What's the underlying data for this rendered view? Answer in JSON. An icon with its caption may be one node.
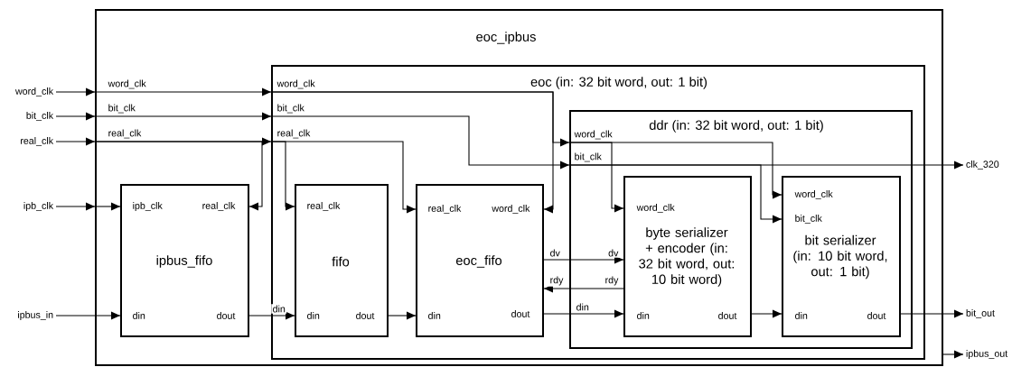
{
  "diagram": {
    "nodes": [
      {
        "text": [
          "eoc_ipbus"
        ]
      },
      {
        "text": [
          "eoc (in: 32 bit word, out: 1 bit)"
        ],
        "in": 0
      },
      {
        "text": [
          "ipb_clk",
          "real_clk",
          "ipbus_fifo",
          "din",
          "dout"
        ],
        "in": 0
      },
      {
        "text": [
          "real_clk",
          "fifo",
          "din",
          "dout"
        ],
        "in": 1
      },
      {
        "text": [
          "real_clk",
          "word_clk",
          "eoc_fifo",
          "din",
          "dout"
        ],
        "in": 1
      },
      {
        "text": [
          "ddr (in: 32 bit word, out: 1 bit)"
        ],
        "in": 1
      },
      {
        "text": [
          "word_clk",
          "byte serializer + encoder (in: 32 bit word, out: 10 bit word)",
          "din",
          "dout"
        ],
        "in": 5
      },
      {
        "text": [
          "word_clk",
          "bit_clk",
          "bit serializer (in: 10 bit word, out: 1 bit)",
          "din",
          "dout"
        ],
        "in": 5
      },
      {
        "text": [
          "word_clk"
        ]
      },
      {
        "text": [
          "bit_clk"
        ]
      },
      {
        "text": [
          "real_clk"
        ]
      },
      {
        "text": [
          "ipb_clk"
        ]
      },
      {
        "text": [
          "ipbus_in"
        ]
      },
      {
        "text": [
          "clk_320"
        ]
      },
      {
        "text": [
          "bit_out"
        ]
      },
      {
        "text": [
          "ipbus_out"
        ]
      }
    ],
    "edges": [
      {
        "from": 8,
        "to": 0,
        "arrow": "to"
      },
      {
        "from": 0,
        "to": 1,
        "arrow": "to",
        "label": "word_clk"
      },
      {
        "from": 9,
        "to": 0,
        "arrow": "to"
      },
      {
        "from": 0,
        "to": 1,
        "arrow": "to",
        "label": "bit_clk"
      },
      {
        "from": 10,
        "to": 0,
        "arrow": "to"
      },
      {
        "from": 0,
        "to": 1,
        "arrow": "to",
        "label": "real_clk"
      },
      {
        "from": 0,
        "to": 2,
        "arrow": "to"
      },
      {
        "from": 11,
        "to": 0,
        "arrow": "to"
      },
      {
        "from": 0,
        "to": 2,
        "arrow": "to"
      },
      {
        "from": 12,
        "to": 2,
        "arrow": "to"
      },
      {
        "from": 2,
        "to": 3,
        "arrow": "to",
        "label": "din"
      },
      {
        "from": 1,
        "to": 3,
        "arrow": "to",
        "label": "real_clk"
      },
      {
        "from": 1,
        "to": 4,
        "arrow": "to"
      },
      {
        "from": 1,
        "to": 4,
        "arrow": "to",
        "label": "word_clk"
      },
      {
        "from": 1,
        "to": 5,
        "arrow": "to"
      },
      {
        "from": 1,
        "to": 5,
        "arrow": "to",
        "label": "bit_clk"
      },
      {
        "from": 3,
        "to": 4,
        "arrow": "to"
      },
      {
        "from": 4,
        "to": 6,
        "arrow": "to",
        "label": "dv"
      },
      {
        "from": 6,
        "to": 4,
        "arrow": "to",
        "label": "rdy"
      },
      {
        "from": 4,
        "to": 6,
        "arrow": "to",
        "label": "din"
      },
      {
        "from": 5,
        "to": 6,
        "arrow": "to",
        "label": "word_clk"
      },
      {
        "from": 5,
        "to": 7,
        "arrow": "to"
      },
      {
        "from": 5,
        "to": 13,
        "arrow": "to",
        "label": "bit_clk"
      },
      {
        "from": 5,
        "to": 7,
        "arrow": "to"
      },
      {
        "from": 6,
        "to": 7,
        "arrow": "to"
      },
      {
        "from": 7,
        "to": 14,
        "arrow": "to"
      },
      {
        "from": 0,
        "to": 15,
        "arrow": "to"
      }
    ],
    "labels": [
      "dv",
      "rdy"
    ]
  }
}
